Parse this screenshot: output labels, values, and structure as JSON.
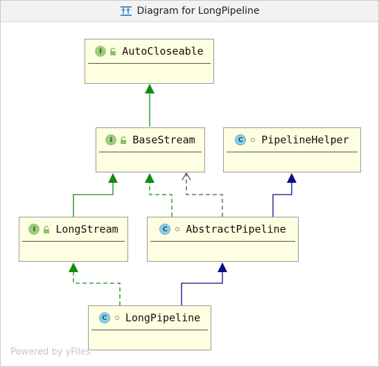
{
  "window": {
    "title": "Diagram for LongPipeline"
  },
  "nodes": [
    {
      "id": "autocloseable",
      "name": "AutoCloseable",
      "kind": "I",
      "modifier": "lock"
    },
    {
      "id": "basestream",
      "name": "BaseStream",
      "kind": "I",
      "modifier": "lock"
    },
    {
      "id": "pipelinehelper",
      "name": "PipelineHelper",
      "kind": "C",
      "modifier": "dot"
    },
    {
      "id": "longstream",
      "name": "LongStream",
      "kind": "I",
      "modifier": "lock"
    },
    {
      "id": "abstractpipeline",
      "name": "AbstractPipeline",
      "kind": "C",
      "modifier": "dot"
    },
    {
      "id": "longpipeline",
      "name": "LongPipeline",
      "kind": "C",
      "modifier": "dot"
    }
  ],
  "edges": [
    {
      "from": "BaseStream",
      "to": "AutoCloseable",
      "type": "extends"
    },
    {
      "from": "LongStream",
      "to": "BaseStream",
      "type": "extends"
    },
    {
      "from": "AbstractPipeline",
      "to": "BaseStream",
      "type": "implements"
    },
    {
      "from": "AbstractPipeline",
      "to": "BaseStream",
      "type": "dependency"
    },
    {
      "from": "AbstractPipeline",
      "to": "PipelineHelper",
      "type": "class-extends"
    },
    {
      "from": "LongPipeline",
      "to": "LongStream",
      "type": "implements"
    },
    {
      "from": "LongPipeline",
      "to": "AbstractPipeline",
      "type": "class-extends"
    }
  ],
  "colors": {
    "interface_edge": "#138a13",
    "class_edge": "#0b0b86",
    "dependency_edge": "#555555",
    "node_fill": "#fefee0"
  },
  "footer": {
    "powered_by": "Powered by yFiles"
  }
}
